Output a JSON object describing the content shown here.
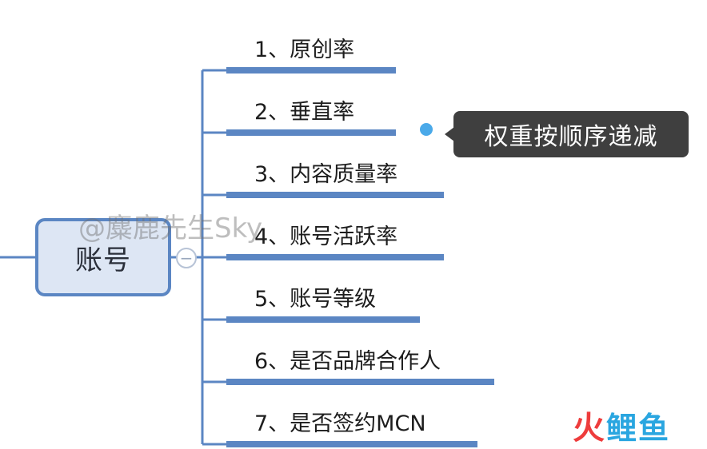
{
  "root": {
    "label": "账号",
    "toggle_symbol": "−"
  },
  "branches": [
    {
      "label": "1、原创率"
    },
    {
      "label": "2、垂直率"
    },
    {
      "label": "3、内容质量率"
    },
    {
      "label": "4、账号活跃率"
    },
    {
      "label": "5、账号等级"
    },
    {
      "label": "6、是否品牌合作人"
    },
    {
      "label": "7、是否签约MCN"
    }
  ],
  "callout": {
    "text": "权重按顺序递减"
  },
  "watermark": {
    "text": "@麋鹿先生Sky"
  },
  "logo": {
    "mark": "火",
    "text": "鲤鱼"
  },
  "colors": {
    "connector": "#5b86c3",
    "root_fill": "#dde6f4",
    "callout_fill": "#3f3f3f",
    "callout_dot": "#4aa9e9",
    "logo_red": "#ee3c3c",
    "logo_blue": "#2aa6e0"
  }
}
